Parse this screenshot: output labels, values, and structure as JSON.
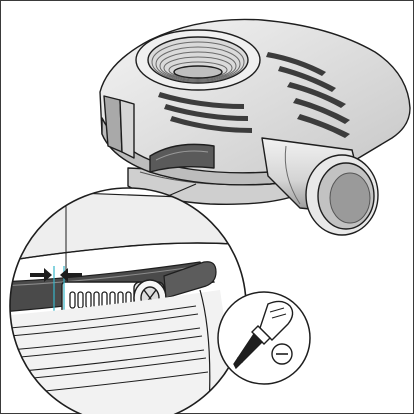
{
  "figure": {
    "type": "technical-illustration",
    "subject": "dust-shroud",
    "detail_callout": "hose-clamp",
    "tool_icon": "screwdriver-icon",
    "direction_icon": "minus-circle-icon"
  },
  "colors": {
    "line": "#1e1e1e",
    "body_fill": "#dcdcdc",
    "body_light": "#ececec",
    "body_shadow": "#a9a9a9",
    "dark_fill": "#4a4a4a",
    "indicator": "#36b6c8",
    "frame": "#3a3a3a"
  }
}
